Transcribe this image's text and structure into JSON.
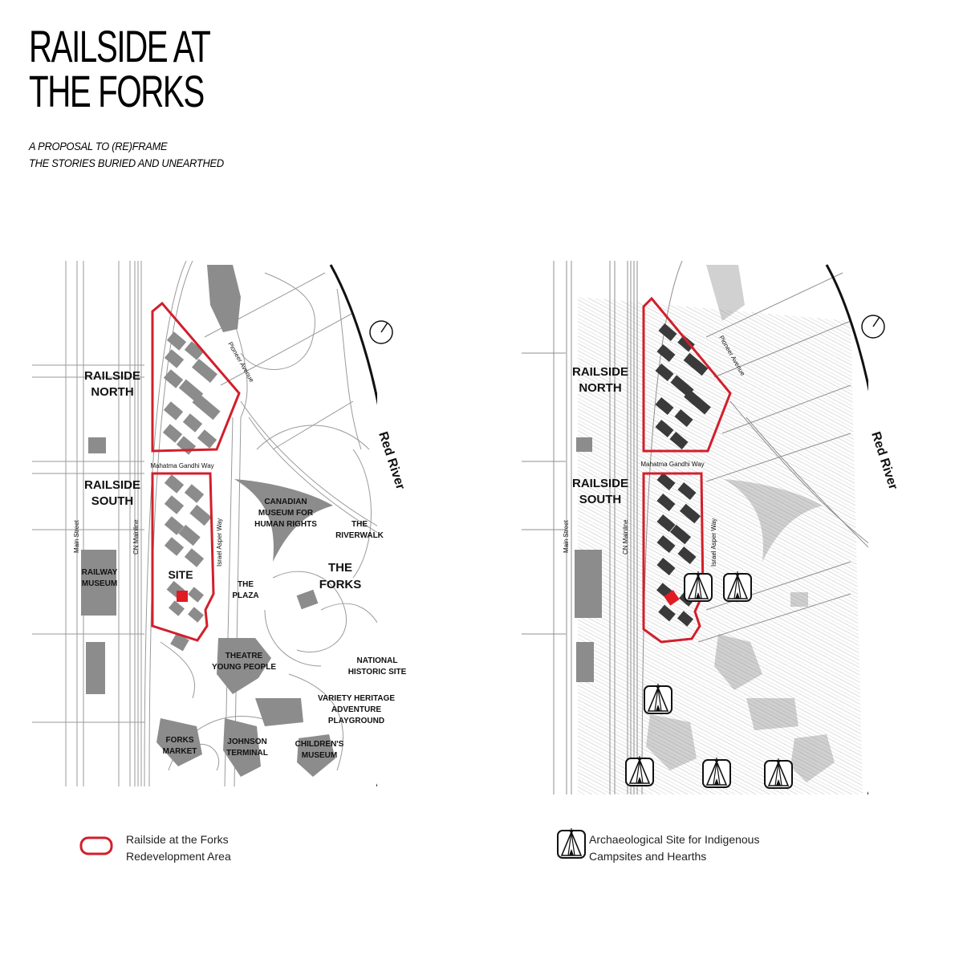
{
  "title": {
    "line1": "RAILSIDE AT",
    "line2": "THE FORKS"
  },
  "subtitle": {
    "line1": "A PROPOSAL TO (RE)FRAME",
    "line2": "THE STORIES BURIED AND UNEARTHED"
  },
  "map_left": {
    "labels": {
      "railside_north_1": "RAILSIDE",
      "railside_north_2": "NORTH",
      "railside_south_1": "RAILSIDE",
      "railside_south_2": "SOUTH",
      "cmhr_1": "CANADIAN",
      "cmhr_2": "MUSEUM FOR",
      "cmhr_3": "HUMAN RIGHTS",
      "riverwalk_1": "THE",
      "riverwalk_2": "RIVERWALK",
      "site": "SITE",
      "plaza_1": "THE",
      "plaza_2": "PLAZA",
      "forks_1": "THE",
      "forks_2": "FORKS",
      "railway_museum_1": "RAILWAY",
      "railway_museum_2": "MUSEUM",
      "theatre_1": "THEATRE",
      "theatre_2": "YOUNG PEOPLE",
      "nhs_1": "NATIONAL",
      "nhs_2": "HISTORIC SITE",
      "variety_1": "VARIETY HERITAGE",
      "variety_2": "ADVENTURE",
      "variety_3": "PLAYGROUND",
      "forks_market_1": "FORKS",
      "forks_market_2": "MARKET",
      "johnson_1": "JOHNSON",
      "johnson_2": "TERMINAL",
      "childrens_1": "CHILDREN'S",
      "childrens_2": "MUSEUM",
      "red_river": "Red River"
    },
    "streets": {
      "pioneer": "Pioneer Avenue",
      "gandhi": "Mahatma Gandhi Way",
      "asper": "Israel Asper Way",
      "cn": "CN Mainline",
      "main": "Main Street"
    }
  },
  "map_right": {
    "labels": {
      "railside_north_1": "RAILSIDE",
      "railside_north_2": "NORTH",
      "railside_south_1": "RAILSIDE",
      "railside_south_2": "SOUTH",
      "red_river": "Red River"
    },
    "streets": {
      "pioneer": "Pioneer Avenue",
      "gandhi": "Mahatma Gandhi Way",
      "asper": "Israel Asper Way",
      "cn": "CN Mainline",
      "main": "Main Street"
    }
  },
  "legend": {
    "redevelopment_1": "Railside at the Forks",
    "redevelopment_2": "Redevelopment Area",
    "archaeology_1": "Archaeological Site for Indigenous",
    "archaeology_2": "Campsites and Hearths"
  },
  "colors": {
    "boundary": "#d21f2b",
    "site": "#e01b24",
    "building_left": "#8c8c8c",
    "building_right": "#3a3a3a"
  },
  "icons": {
    "north_arrow": "north-arrow-icon",
    "tipi": "tipi-icon"
  }
}
